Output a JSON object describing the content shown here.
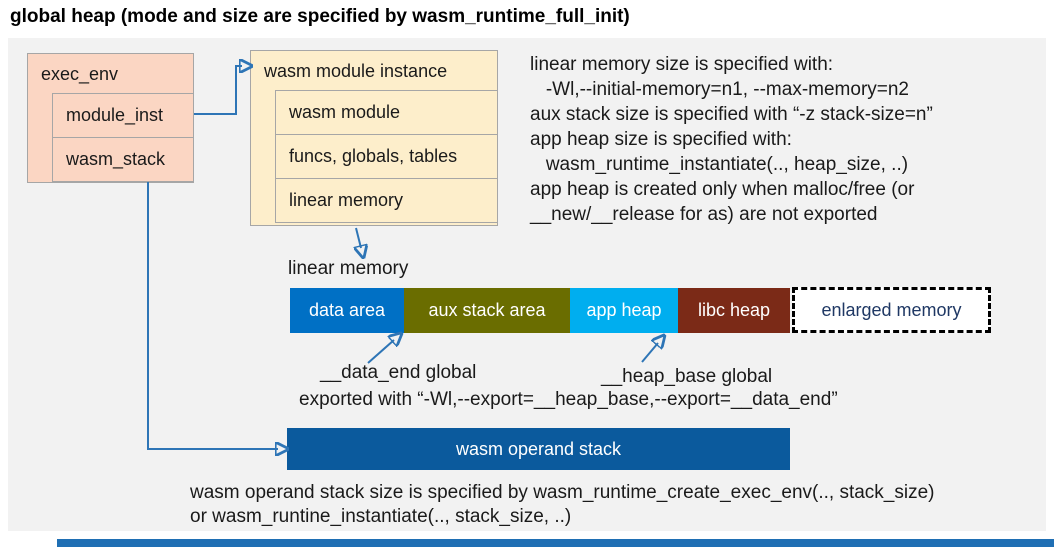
{
  "title": "global heap (mode and size are specified by wasm_runtime_full_init)",
  "exec_env": {
    "header": "exec_env",
    "rows": [
      "module_inst",
      "wasm_stack"
    ]
  },
  "module_instance": {
    "header": "wasm module instance",
    "rows": [
      "wasm module",
      "funcs, globals, tables",
      "linear memory"
    ]
  },
  "notes": {
    "lines": [
      "linear memory size is specified with:",
      "   -Wl,--initial-memory=n1, --max-memory=n2",
      "aux stack size is specified with “-z stack-size=n”",
      "app heap size is specified with:",
      "   wasm_runtime_instantiate(.., heap_size, ..)",
      "app heap is created only when malloc/free (or",
      "__new/__release for as) are not exported"
    ]
  },
  "linear_memory": {
    "label": "linear memory",
    "segments": [
      {
        "label": "data area",
        "color": "#0070c5",
        "text_color": "#ffffff"
      },
      {
        "label": "aux stack area",
        "color": "#6a6d00",
        "text_color": "#ffffff"
      },
      {
        "label": "app heap",
        "color": "#00aeef",
        "text_color": "#ffffff"
      },
      {
        "label": "libc heap",
        "color": "#7b2a17",
        "text_color": "#ffffff"
      },
      {
        "label": "enlarged memory",
        "color": "#ffffff",
        "text_color": "#1f3864",
        "border": "dashed black"
      }
    ]
  },
  "annotations": {
    "data_end": "__data_end global",
    "heap_base": "__heap_base global",
    "export_line": "exported with “-Wl,--export=__heap_base,--export=__data_end”"
  },
  "operand_stack": {
    "label": "wasm operand stack",
    "color": "#0b5a9d"
  },
  "footer": {
    "lines": [
      "wasm operand stack size is specified by wasm_runtime_create_exec_env(.., stack_size)",
      "or wasm_runtine_instantiate(.., stack_size, ..)"
    ]
  },
  "colors": {
    "panel_background": "#f2f2f2",
    "exec_env_fill": "#fbd6c3",
    "module_instance_fill": "#fdeecb",
    "box_border": "#a6a6a6",
    "connector_blue": "#2e75b6",
    "bottom_strip": "#1f6fb4"
  }
}
